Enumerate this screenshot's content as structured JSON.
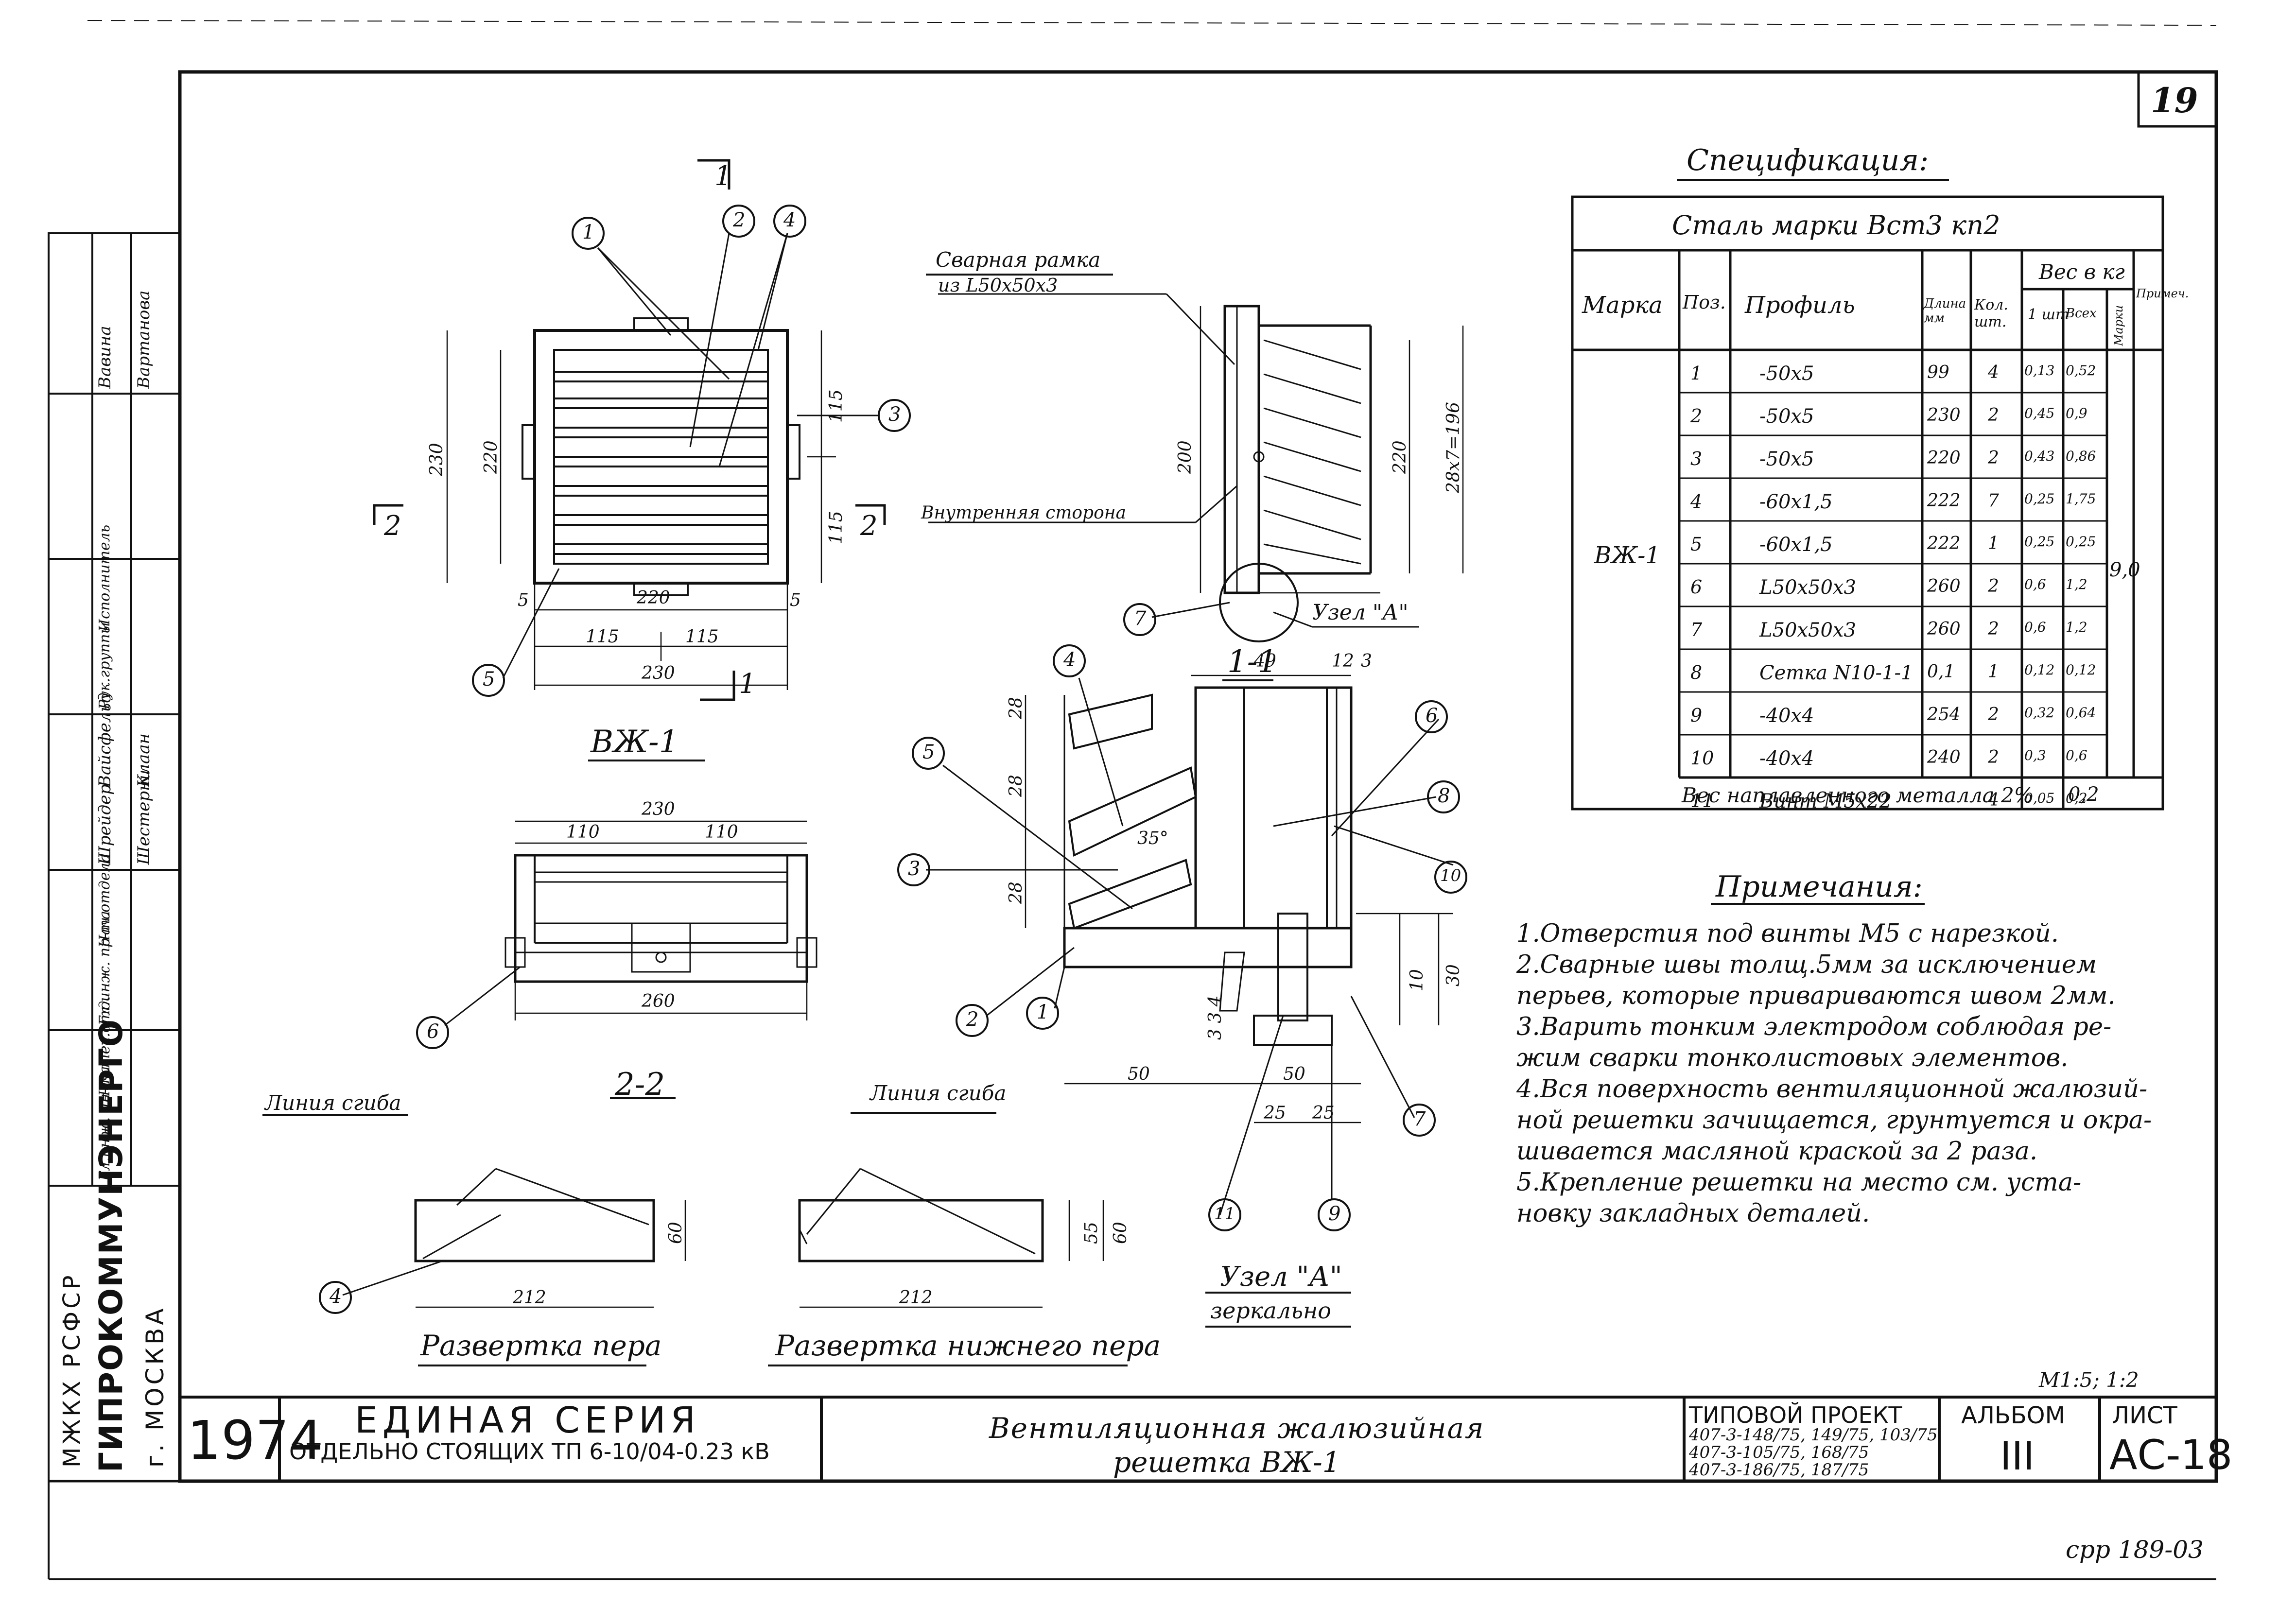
{
  "sheet_number": "19",
  "spec": {
    "title": "Спецификация:",
    "steel": "Сталь марки Вст3 кп2",
    "headers": {
      "mark": "Марка",
      "pos": "Поз.",
      "profile": "Профиль",
      "length": "Длина мм",
      "qty": "Кол. шт.",
      "weight": "Вес в кг",
      "w_one": "1 шт",
      "w_all": "Всех",
      "w_mark": "Марки",
      "note": "Примеч."
    },
    "mark_value": "ВЖ-1",
    "mark_weight": "9,0",
    "rows": [
      {
        "pos": "1",
        "profile": "-50x5",
        "length": "99",
        "qty": "4",
        "w1": "0,13",
        "wall": "0,52"
      },
      {
        "pos": "2",
        "profile": "-50x5",
        "length": "230",
        "qty": "2",
        "w1": "0,45",
        "wall": "0,9"
      },
      {
        "pos": "3",
        "profile": "-50x5",
        "length": "220",
        "qty": "2",
        "w1": "0,43",
        "wall": "0,86"
      },
      {
        "pos": "4",
        "profile": "-60x1,5",
        "length": "222",
        "qty": "7",
        "w1": "0,25",
        "wall": "1,75"
      },
      {
        "pos": "5",
        "profile": "-60x1,5",
        "length": "222",
        "qty": "1",
        "w1": "0,25",
        "wall": "0,25"
      },
      {
        "pos": "6",
        "profile": "L50x50x3",
        "length": "260",
        "qty": "2",
        "w1": "0,6",
        "wall": "1,2"
      },
      {
        "pos": "7",
        "profile": "L50x50x3",
        "length": "260",
        "qty": "2",
        "w1": "0,6",
        "wall": "1,2"
      },
      {
        "pos": "8",
        "profile": "Сетка N10-1-1",
        "length": "0,1",
        "qty": "1",
        "w1": "0,12",
        "wall": "0,12"
      },
      {
        "pos": "9",
        "profile": "-40x4",
        "length": "254",
        "qty": "2",
        "w1": "0,32",
        "wall": "0,64"
      },
      {
        "pos": "10",
        "profile": "-40x4",
        "length": "240",
        "qty": "2",
        "w1": "0,3",
        "wall": "0,6"
      },
      {
        "pos": "11",
        "profile": "Винт М5x22",
        "length": "",
        "qty": "4",
        "w1": "0,05",
        "wall": "0,2"
      }
    ],
    "weld_label": "Вес наплавленного металла 2%",
    "weld_value": "0,2"
  },
  "notes": {
    "title": "Примечания:",
    "lines": [
      "1.Отверстия под винты М5 с нарезкой.",
      "2.Сварные швы толщ.5мм за исключением",
      "перьев, которые привариваются швом 2мм.",
      "3.Варить тонким электродом соблюдая ре-",
      "жим сварки тонколистовых элементов.",
      "4.Вся поверхность вентиляционной жалюзий-",
      "ной решетки зачищается, грунтуется и окра-",
      "шивается масляной краской за 2 раза.",
      "5.Крепление решетки на место см. уста-",
      "новку закладных деталей."
    ]
  },
  "views": {
    "main_title": "ВЖ-1",
    "section22": "2-2",
    "section11": "1-1",
    "node_a": "Узел \"А\"",
    "node_a_mirror": "зеркально",
    "unfold_feather": "Развертка пера",
    "unfold_lower": "Развертка нижнего пера",
    "bend_line1": "Линия сгиба",
    "bend_line2": "Линия сгиба",
    "frame_label1": "Сварная рамка",
    "frame_label2": "из L50x50x3",
    "inner_side": "Внутренняя сторона",
    "node_a_label": "Узел \"А\"",
    "scale": "М1:5; 1:2",
    "section_mark2": "2",
    "section_mark1": "1"
  },
  "dims": {
    "d230": "230",
    "d220": "220",
    "d115": "115",
    "d5": "5",
    "d260": "260",
    "d110": "110",
    "d200": "200",
    "d28x7": "28x7=196",
    "d28": "28",
    "d35": "35°",
    "d49": "49",
    "d12": "12",
    "d3": "3",
    "d30": "30",
    "d10": "10",
    "d50": "50",
    "d25": "25",
    "d334": "3 3 4",
    "d212": "212",
    "d60": "60",
    "d55": "55"
  },
  "left_stamp": {
    "org_line1": "МЖКХ РСФСР",
    "org_line2": "ГИПРОКОММУНЭНЕРГО",
    "org_city": "г. МОСКВА",
    "roles": [
      "Гл.инж. ин-та",
      "Нач.тех.отд.",
      "Гл.инж. пр-та",
      "Нач.отдела",
      "Рук.группы",
      "Исполнитель"
    ],
    "names": [
      "Шрейдер",
      "Вайсфельд",
      "Шестерни",
      "Клаан",
      "Вавина",
      "Вартанова"
    ]
  },
  "title_block": {
    "year": "1974",
    "series_line1": "ЕДИНАЯ СЕРИЯ",
    "series_line2": "ОТДЕЛЬНО СТОЯЩИХ ТП 6-10/04-0.23 кВ",
    "drawing_title1": "Вентиляционная жалюзийная",
    "drawing_title2": "решетка ВЖ-1",
    "project_label": "ТИПОВОЙ ПРОЕКТ",
    "project_lines": [
      "407-3-148/75, 149/75, 103/75",
      "407-3-105/75, 168/75",
      "407-3-186/75, 187/75"
    ],
    "album_label": "АЛЬБОМ",
    "album_value": "III",
    "sheet_label": "ЛИСТ",
    "sheet_value": "АС-18"
  },
  "footer_code": "срр 189-03"
}
